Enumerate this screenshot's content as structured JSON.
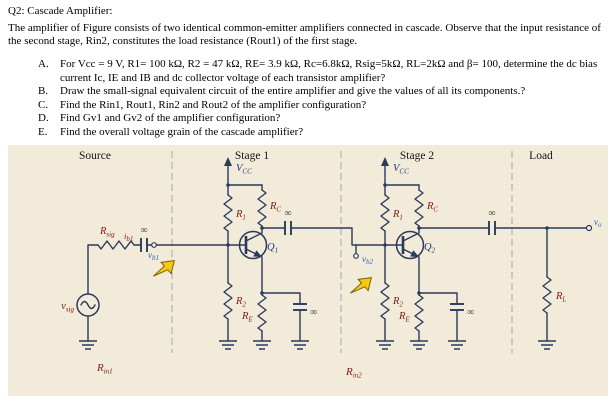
{
  "problem": {
    "title": "Q2: Cascade Amplifier:",
    "intro": "The amplifier of Figure consists of two identical common-emitter amplifiers connected in cascade. Observe that the input resistance of the second stage, Rin2, constitutes the load resistance (Rout1) of the first stage.",
    "items": [
      {
        "label": "A.",
        "text": "For Vcc = 9 V, R1= 100 kΩ, R2 = 47 kΩ, RE= 3.9 kΩ, Rc=6.8kΩ, Rsig=5kΩ, RL=2kΩ and β= 100, determine the dc bias current Ic, IE and IB and dc collector voltage of each transistor amplifier?"
      },
      {
        "label": "B.",
        "text": "Draw the small-signal equivalent circuit of the entire amplifier and give the values of all its components.?"
      },
      {
        "label": "C.",
        "text": "Find the Rin1, Rout1, Rin2 and Rout2 of the amplifier configuration?"
      },
      {
        "label": "D.",
        "text": "Find Gv1 and Gv2 of the amplifier configuration?"
      },
      {
        "label": "E.",
        "text": "Find the overall voltage grain of the cascade amplifier?"
      }
    ]
  },
  "circuit": {
    "section_headers": [
      "Source",
      "Stage 1",
      "Stage 2",
      "Load"
    ],
    "labels": {
      "vcc": {
        "main": "V",
        "sub": "CC"
      },
      "r1": {
        "main": "R",
        "sub": "1"
      },
      "r2": {
        "main": "R",
        "sub": "2"
      },
      "rc": {
        "main": "R",
        "sub": "C"
      },
      "re": {
        "main": "R",
        "sub": "E"
      },
      "rsig": {
        "main": "R",
        "sub": "sig"
      },
      "rl": {
        "main": "R",
        "sub": "L"
      },
      "q1": {
        "main": "Q",
        "sub": "1"
      },
      "q2": {
        "main": "Q",
        "sub": "2"
      },
      "vsig": {
        "main": "v",
        "sub": "sig"
      },
      "ib1": {
        "main": "i",
        "sub": "b1"
      },
      "vb1": {
        "main": "v",
        "sub": "b1"
      },
      "vb2": {
        "main": "v",
        "sub": "b2"
      },
      "vo": {
        "main": "v",
        "sub": "o"
      },
      "rin1": {
        "main": "R",
        "sub": "in1"
      },
      "rin2": {
        "main": "R",
        "sub": "in2"
      },
      "infinity": "∞"
    }
  }
}
